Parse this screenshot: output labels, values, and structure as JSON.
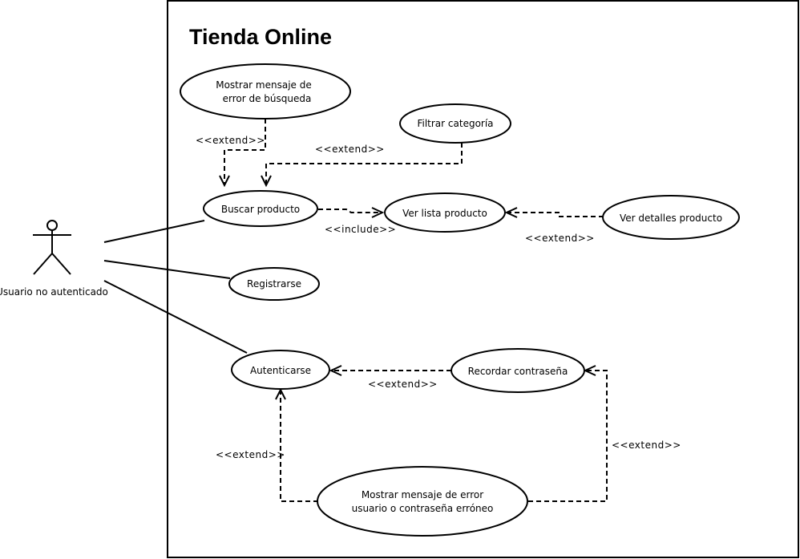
{
  "system": {
    "title": "Tienda Online"
  },
  "actor": {
    "name": "Usuario no autenticado"
  },
  "use_cases": {
    "error_busqueda": {
      "lines": [
        "Mostrar mensaje de",
        "error de búsqueda"
      ]
    },
    "filtrar": {
      "lines": [
        "Filtrar categoría"
      ]
    },
    "buscar": {
      "lines": [
        "Buscar producto"
      ]
    },
    "ver_lista": {
      "lines": [
        "Ver lista producto"
      ]
    },
    "ver_detalles": {
      "lines": [
        "Ver detalles producto"
      ]
    },
    "registrarse": {
      "lines": [
        "Registrarse"
      ]
    },
    "autenticarse": {
      "lines": [
        "Autenticarse"
      ]
    },
    "recordar": {
      "lines": [
        "Recordar contraseña"
      ]
    },
    "error_login": {
      "lines": [
        "Mostrar mensaje de error",
        "usuario o contraseña erróneo"
      ]
    }
  },
  "relations": {
    "extend_error_busqueda": "<<extend>>",
    "extend_filtrar": "<<extend>>",
    "include_ver_lista": "<<include>>",
    "extend_ver_detalles": "<<extend>>",
    "extend_recordar": "<<extend>>",
    "extend_error_login_auth": "<<extend>>",
    "extend_error_login_recordar": "<<extend>>"
  }
}
